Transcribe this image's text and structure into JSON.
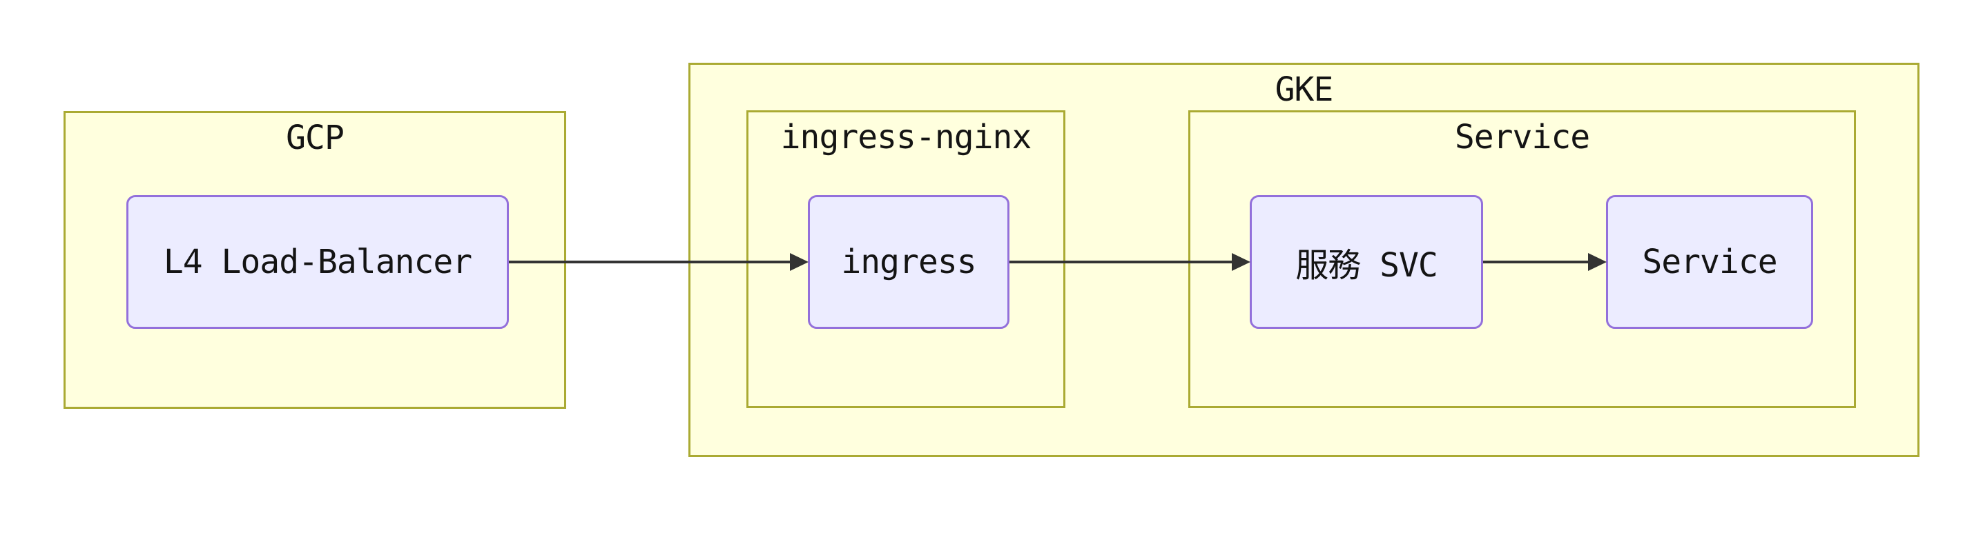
{
  "diagram": {
    "type": "flowchart",
    "direction": "LR",
    "clusters": [
      {
        "id": "gcp",
        "label": "GCP",
        "parent": null
      },
      {
        "id": "gke",
        "label": "GKE",
        "parent": null
      },
      {
        "id": "ingress-nginx",
        "label": "ingress-nginx",
        "parent": "gke"
      },
      {
        "id": "service",
        "label": "Service",
        "parent": "gke"
      }
    ],
    "nodes": [
      {
        "id": "l4-load-balancer",
        "label": "L4 Load-Balancer",
        "cluster": "gcp"
      },
      {
        "id": "ingress",
        "label": "ingress",
        "cluster": "ingress-nginx"
      },
      {
        "id": "svc",
        "label": "服務 SVC",
        "cluster": "service"
      },
      {
        "id": "service-node",
        "label": "Service",
        "cluster": "service"
      }
    ],
    "edges": [
      {
        "from": "l4-load-balancer",
        "to": "ingress",
        "style": "arrow"
      },
      {
        "from": "ingress",
        "to": "svc",
        "style": "arrow"
      },
      {
        "from": "svc",
        "to": "service-node",
        "style": "arrow"
      }
    ],
    "colors": {
      "background": "#ffffff",
      "cluster_fill": "#ffffde",
      "cluster_border": "#aaaa33",
      "node_fill": "#ececff",
      "node_border": "#9370db",
      "edge": "#333333",
      "text": "#141414"
    }
  }
}
